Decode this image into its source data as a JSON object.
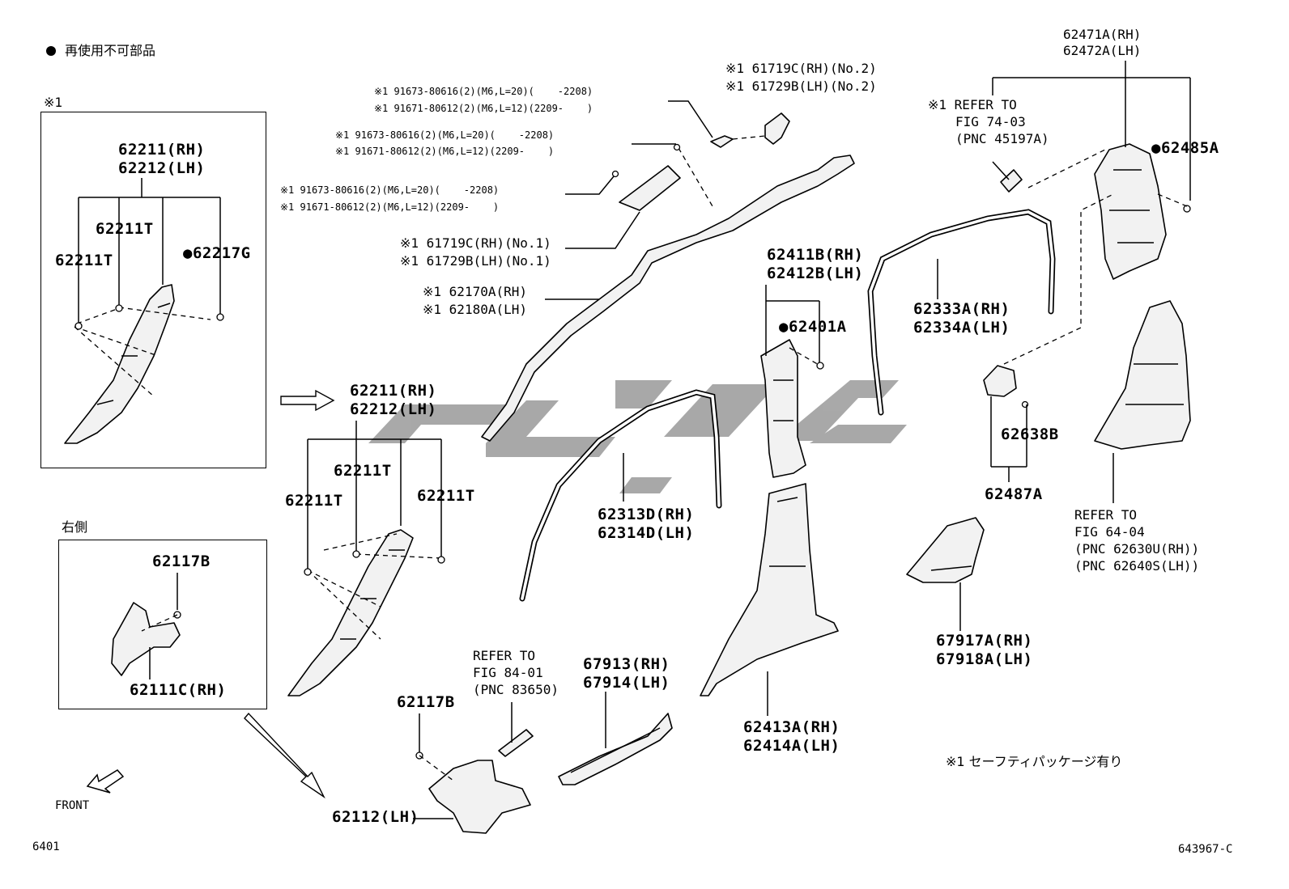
{
  "legend": {
    "non_reusable": "再使用不可部品",
    "note_mark": "※1"
  },
  "right_side_label": "右側",
  "front_label": "FRONT",
  "footer": {
    "left_code": "6401",
    "right_code": "643967-C"
  },
  "safety_note": "※1 セーフティパッケージ有り",
  "box1": {
    "p_main_rh": "62211(RH)",
    "p_main_lh": "62212(LH)",
    "p_clip_a": "62211T",
    "p_clip_b": "62211T",
    "p_clip_c": "62217G"
  },
  "box2": {
    "p_clip": "62117B",
    "p_trim": "62111C(RH)"
  },
  "main_pillar": {
    "p_rh": "62211(RH)",
    "p_lh": "62212(LH)",
    "p_clip_a": "62211T",
    "p_clip_b": "62211T",
    "p_clip_c": "62211T"
  },
  "bolts": [
    {
      "l1": "※1 91673-80616(2)(M6,L=20)(    -2208)",
      "l2": "※1 91671-80612(2)(M6,L=12)(2209-    )"
    },
    {
      "l1": "※1 91673-80616(2)(M6,L=20)(    -2208)",
      "l2": "※1 91671-80612(2)(M6,L=12)(2209-    )"
    },
    {
      "l1": "※1 91673-80616(2)(M6,L=20)(    -2208)",
      "l2": "※1 91671-80612(2)(M6,L=12)(2209-    )"
    }
  ],
  "bracket_no2": {
    "rh": "※1 61719C(RH)(No.2)",
    "lh": "※1 61729B(LH)(No.2)"
  },
  "bracket_no1": {
    "rh": "※1 61719C(RH)(No.1)",
    "lh": "※1 61729B(LH)(No.1)"
  },
  "airbag": {
    "rh": "※1 62170A(RH)",
    "lh": "※1 62180A(LH)"
  },
  "roof_trim": {
    "rh": "62471A(RH)",
    "lh": "62472A(LH)"
  },
  "refer_74": {
    "l1": "※1 REFER TO",
    "l2": "FIG 74-03",
    "l3": "(PNC 45197A)"
  },
  "clip_62485A": "62485A",
  "b_pillar_upper": {
    "rh": "62411B(RH)",
    "lh": "62412B(LH)",
    "clip": "62401A"
  },
  "weatherstrip_rear": {
    "rh": "62333A(RH)",
    "lh": "62334A(LH)"
  },
  "weatherstrip_front": {
    "rh": "62313D(RH)",
    "lh": "62314D(LH)"
  },
  "b_pillar_lower": {
    "rh": "62413A(RH)",
    "lh": "62414A(LH)"
  },
  "clip_62638B": "62638B",
  "clip_62487A": "62487A",
  "refer_64": {
    "l1": "REFER TO",
    "l2": "FIG 64-04",
    "l3": "(PNC 62630U(RH))",
    "l4": "(PNC 62640S(LH))"
  },
  "scuff_rear": {
    "rh": "67917A(RH)",
    "lh": "67918A(LH)"
  },
  "scuff_front": {
    "rh": "67913(RH)",
    "lh": "67914(LH)"
  },
  "refer_84": {
    "l1": "REFER TO",
    "l2": "FIG 84-01",
    "l3": "(PNC 83650)"
  },
  "cowl_clip": "62117B",
  "cowl_trim": "62112(LH)"
}
